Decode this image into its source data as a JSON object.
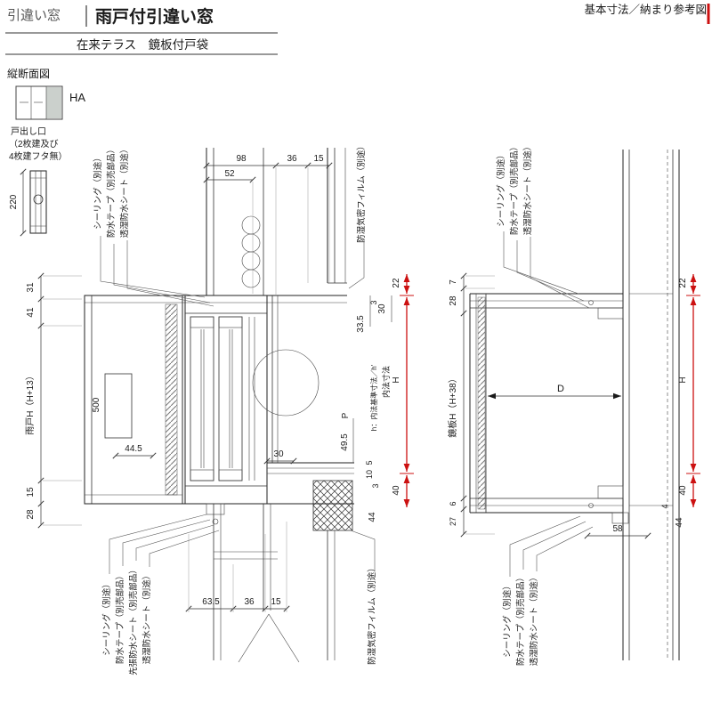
{
  "colors": {
    "ink": "#1a1a1a",
    "dim_red": "#cc1111",
    "panel_gray": "#cbd0cc"
  },
  "header": {
    "category": "引違い窓",
    "title": "雨戸付引違い窓",
    "subtitle": "在来テラス　鏡板付戸袋",
    "corner_note": "基本寸法／納まり参考図"
  },
  "section": {
    "view_label": "縦断面図"
  },
  "legend": {
    "code": "HA",
    "note_line1": "戸出し口",
    "note_line2": "（2枚建及び",
    "note_line3": "4枚建フタ無）",
    "part_dim": "220"
  },
  "materials": {
    "sealing": "シーリング（別途）",
    "wp_tape": "防水テープ（別売部品）",
    "wp_sheet": "透湿防水シート（別途）",
    "pre_wp_sheet": "先張防水シート（別売部品）",
    "vapor_film": "防湿気密フィルム（別途）"
  },
  "left_view": {
    "dims": {
      "d98": "98",
      "d36_top": "36",
      "d15_top": "15",
      "d52": "52",
      "d31": "31",
      "d41": "41",
      "amado_h": "雨戸H（H+13）",
      "d500": "500",
      "d44_5": "44.5",
      "d15_left": "15",
      "d28_left": "28",
      "d22": "22",
      "d30_right": "30",
      "d3_upper": "3",
      "d33_5": "33.5",
      "uchinori": "内法寸法",
      "h_note": "h：内法基準寸法／h'",
      "H": "H",
      "P": "P",
      "d49_5": "49.5",
      "d30_sill": "30",
      "d5": "5",
      "d10": "10",
      "d3_lower": "3",
      "d40": "40",
      "d44": "44",
      "d63_5": "63.5",
      "d36_bottom": "36",
      "d15_bottom": "15"
    }
  },
  "right_view": {
    "dims": {
      "d7": "7",
      "d28": "28",
      "kagami_h": "鏡板H（H+38）",
      "d22": "22",
      "H": "H",
      "D": "D",
      "d40": "40",
      "d44": "44",
      "d4": "4",
      "d58": "58",
      "d6": "6",
      "d27": "27"
    }
  }
}
